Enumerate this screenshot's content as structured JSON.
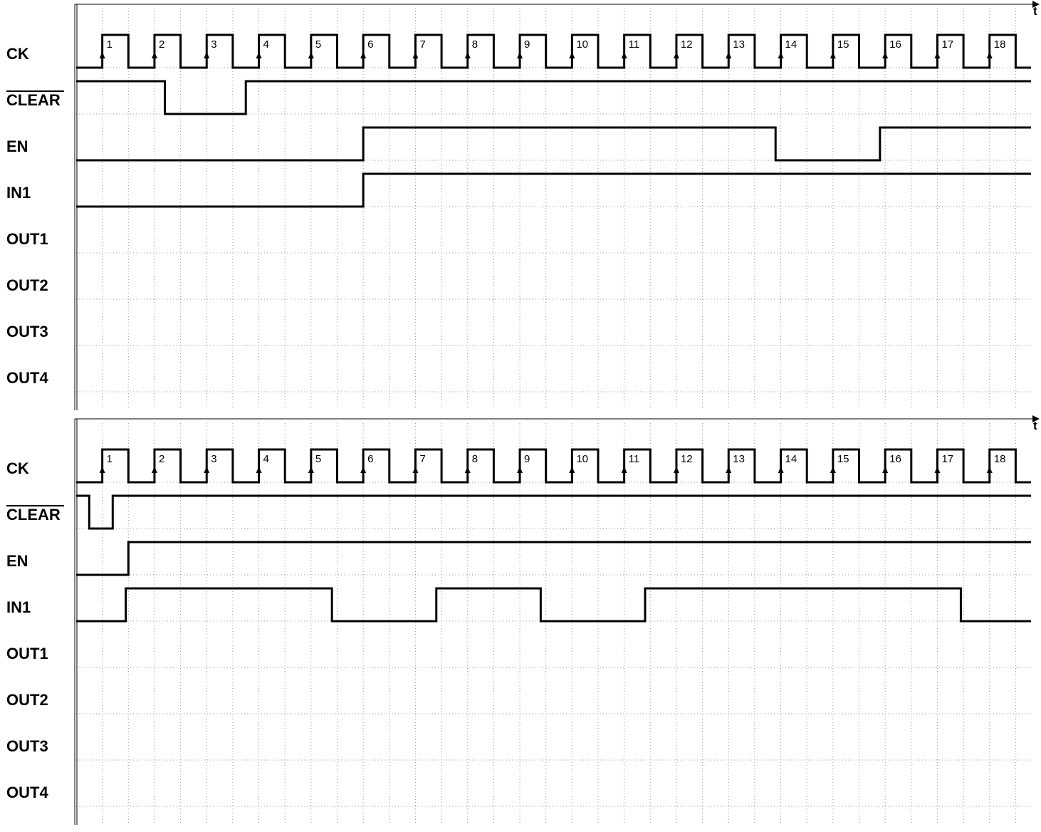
{
  "time_axis_label": "t",
  "cycle_labels": [
    "1",
    "2",
    "3",
    "4",
    "5",
    "6",
    "7",
    "8",
    "9",
    "10",
    "11",
    "12",
    "13",
    "14",
    "15",
    "16",
    "17",
    "18"
  ],
  "panels": [
    {
      "signals": [
        {
          "name": "CK",
          "overline": false,
          "kind": "clock"
        },
        {
          "name": "CLEAR",
          "overline": true,
          "kind": "level",
          "initial": 1,
          "transitions": [
            1.7,
            3.25
          ]
        },
        {
          "name": "EN",
          "overline": false,
          "kind": "level",
          "initial": 0,
          "transitions": [
            5.5,
            13.4,
            15.4
          ]
        },
        {
          "name": "IN1",
          "overline": false,
          "kind": "level",
          "initial": 0,
          "transitions": [
            5.5
          ]
        },
        {
          "name": "OUT1",
          "overline": false,
          "kind": "empty"
        },
        {
          "name": "OUT2",
          "overline": false,
          "kind": "empty"
        },
        {
          "name": "OUT3",
          "overline": false,
          "kind": "empty"
        },
        {
          "name": "OUT4",
          "overline": false,
          "kind": "empty"
        }
      ]
    },
    {
      "signals": [
        {
          "name": "CK",
          "overline": false,
          "kind": "clock"
        },
        {
          "name": "CLEAR",
          "overline": true,
          "kind": "level",
          "initial": 1,
          "transitions": [
            0.25,
            0.7
          ]
        },
        {
          "name": "EN",
          "overline": false,
          "kind": "level",
          "initial": 0,
          "transitions": [
            1.0
          ]
        },
        {
          "name": "IN1",
          "overline": false,
          "kind": "level",
          "initial": 0,
          "transitions": [
            0.95,
            4.9,
            6.9,
            8.9,
            10.9,
            16.95
          ]
        },
        {
          "name": "OUT1",
          "overline": false,
          "kind": "empty"
        },
        {
          "name": "OUT2",
          "overline": false,
          "kind": "empty"
        },
        {
          "name": "OUT3",
          "overline": false,
          "kind": "empty"
        },
        {
          "name": "OUT4",
          "overline": false,
          "kind": "empty"
        }
      ]
    }
  ]
}
